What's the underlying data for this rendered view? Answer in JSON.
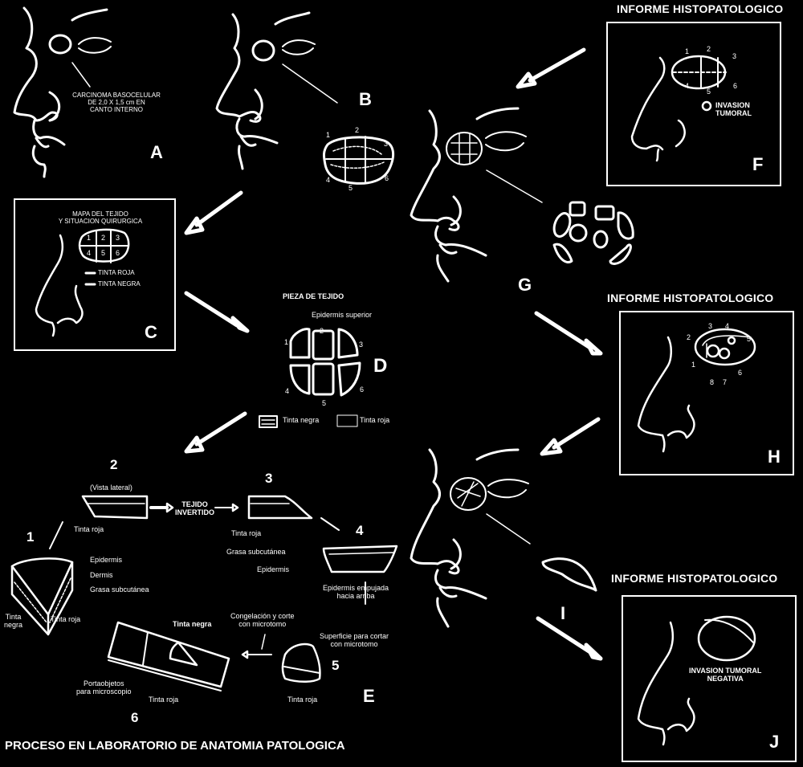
{
  "panels": {
    "A": {
      "letter": "A",
      "annotation": [
        "CARCINOMA BASOCELULAR",
        "DE 2,0 X 1,5 cm EN",
        "CANTO INTERNO"
      ]
    },
    "B": {
      "letter": "B",
      "sections": [
        "1",
        "2",
        "3",
        "4",
        "5",
        "6"
      ]
    },
    "C": {
      "letter": "C",
      "title": [
        "MAPA DEL TEJIDO",
        "Y SITUACION QUIRURGICA"
      ],
      "sections": [
        "1",
        "2",
        "3",
        "4",
        "5",
        "6"
      ],
      "legend": [
        {
          "label": "TINTA ROJA",
          "style": "solid"
        },
        {
          "label": "TINTA NEGRA",
          "style": "dashed"
        }
      ]
    },
    "D": {
      "letter": "D",
      "title": "PIEZA DE TEJIDO",
      "subtitle": "Epidermis superior",
      "sections": [
        "1",
        "2",
        "3",
        "4",
        "5",
        "6"
      ],
      "legend": [
        {
          "label": "Tinta negra"
        },
        {
          "label": "Tinta roja"
        }
      ]
    },
    "E": {
      "letter": "E",
      "steps": [
        "1",
        "2",
        "3",
        "4",
        "5",
        "6"
      ],
      "step1": {
        "labels": [
          "Epidermis",
          "Dermis",
          "Grasa subcutánea"
        ],
        "tinta_negra": [
          "Tinta",
          "negra"
        ],
        "tinta_roja": "Tinta roja"
      },
      "step2": {
        "view": "(Vista lateral)",
        "tinta_roja": "Tinta roja",
        "arrow_label": [
          "TEJIDO",
          "INVERTIDO"
        ]
      },
      "step3": {
        "tinta_roja": "Tinta roja"
      },
      "step4": {
        "grasa": "Grasa subcutánea",
        "epidermis": "Epidermis",
        "note": [
          "Epidermis empujada",
          "hacia arriba"
        ]
      },
      "step5": {
        "surface": [
          "Superficie para cortar",
          "con microtomo"
        ],
        "tinta_roja": "Tinta roja",
        "freeze": [
          "Congelación y corte",
          "con microtomo"
        ]
      },
      "step6": {
        "tinta_negra": "Tinta negra",
        "slide": [
          "Portaobjetos",
          "para microscopio"
        ],
        "tinta_roja": "Tinta roja"
      }
    },
    "F": {
      "letter": "F",
      "header": "INFORME HISTOPATOLOGICO",
      "sections": [
        "1",
        "2",
        "3",
        "4",
        "5",
        "6"
      ],
      "legend": [
        "INVASION",
        "TUMORAL"
      ]
    },
    "G": {
      "letter": "G"
    },
    "H": {
      "letter": "H",
      "header": "INFORME HISTOPATOLOGICO",
      "sections": [
        "1",
        "2",
        "3",
        "4",
        "5",
        "6",
        "7",
        "8"
      ]
    },
    "I": {
      "letter": "I"
    },
    "J": {
      "letter": "J",
      "header": "INFORME HISTOPATOLOGICO",
      "result": [
        "INVASION TUMORAL",
        "NEGATIVA"
      ]
    }
  },
  "footer": "PROCESO EN LABORATORIO DE ANATOMIA PATOLOGICA"
}
